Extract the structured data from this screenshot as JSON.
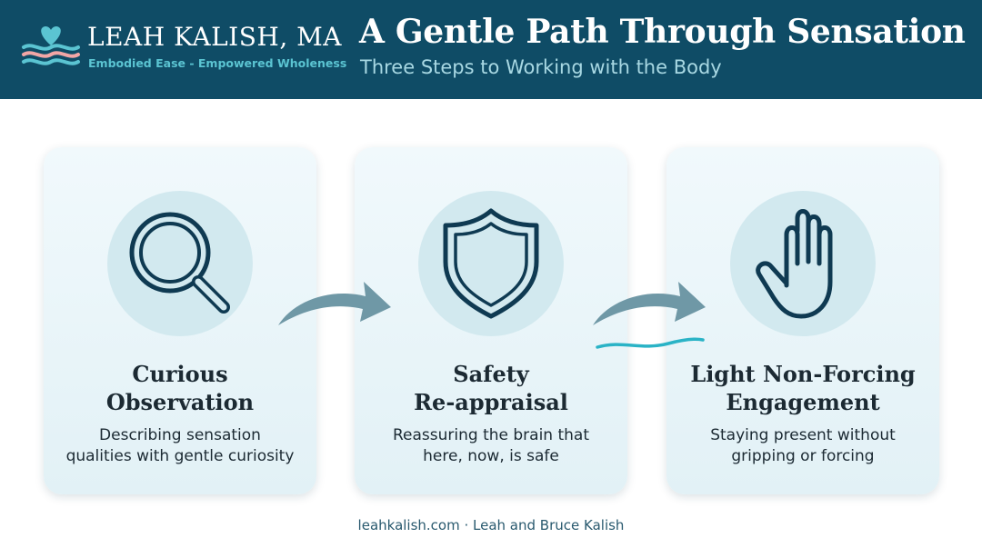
{
  "header": {
    "brand_name": "LEAH KALISH, MA",
    "brand_tagline": "Embodied Ease - Empowered Wholeness",
    "title": "A Gentle Path Through Sensation",
    "subtitle": "Three Steps to Working with the Body"
  },
  "steps": [
    {
      "icon": "magnifying-glass-icon",
      "title_line1": "Curious",
      "title_line2": "Observation",
      "desc_line1": "Describing sensation",
      "desc_line2": "qualities with gentle curiosity"
    },
    {
      "icon": "shield-icon",
      "title_line1": "Safety",
      "title_line2": "Re-appraisal",
      "desc_line1": "Reassuring the brain that",
      "desc_line2": "here, now, is safe"
    },
    {
      "icon": "open-hand-icon",
      "title_line1": "Light Non-Forcing",
      "title_line2": "Engagement",
      "desc_line1": "Staying present without",
      "desc_line2": "gripping or forcing"
    }
  ],
  "footer": {
    "text": "leahkalish.com · Leah and Bruce Kalish"
  },
  "colors": {
    "header_bg": "#0f4c66",
    "accent_teal": "#5bc4d2",
    "icon_stroke": "#0f3a52",
    "arrow": "#6f98a6",
    "logo_pink": "#f2a6a6"
  }
}
